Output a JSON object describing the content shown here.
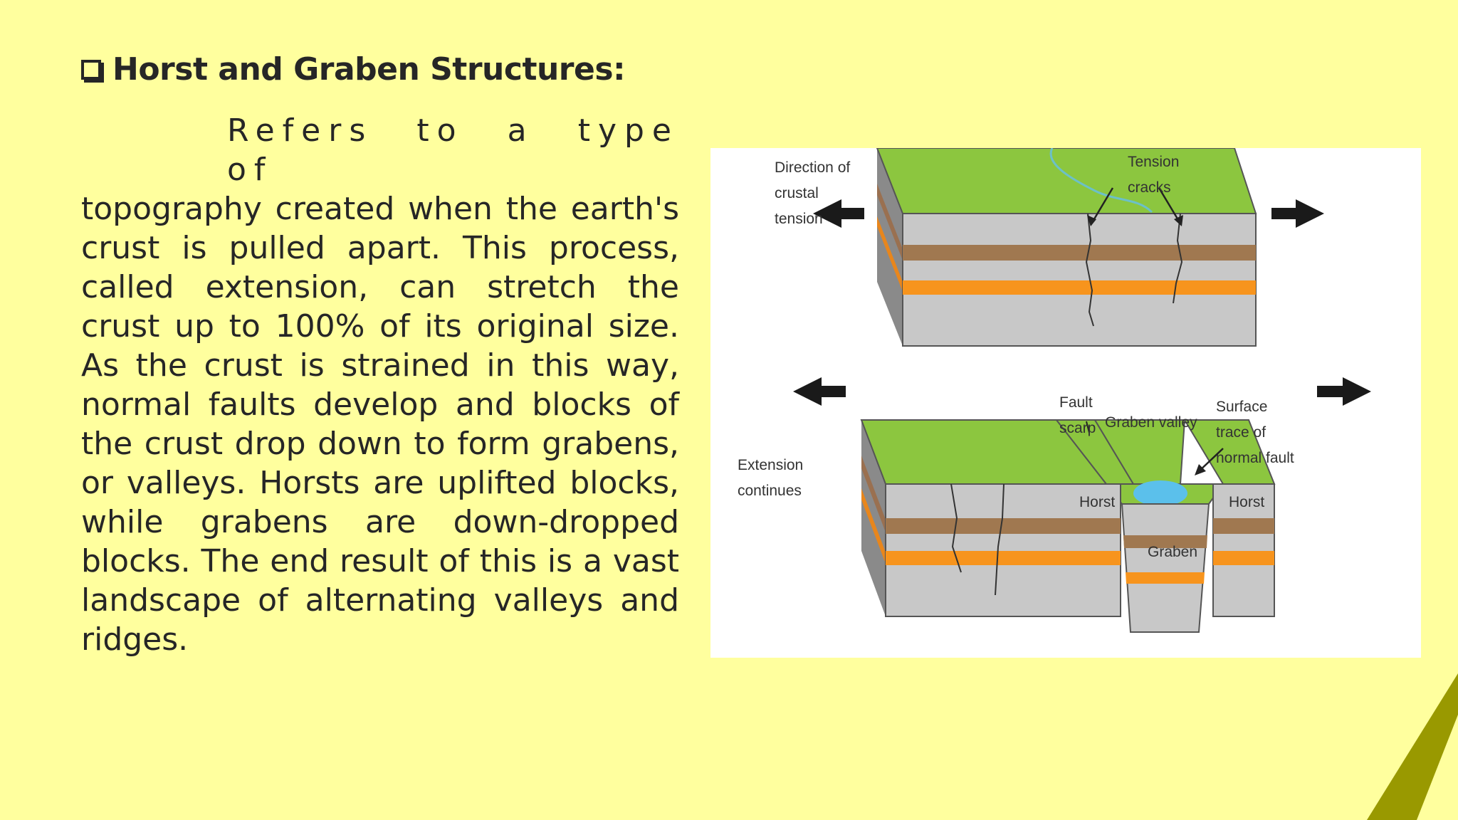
{
  "heading": "Horst and Graben Structures:",
  "body": {
    "lead": "Refers to a type of",
    "rest": " topography created when the earth's crust is pulled apart. This process, called extension, can stretch the crust up to 100% of its original size. As the crust is strained in this way, normal faults develop and blocks of the crust drop down to form grabens, or valleys. Horsts are uplifted blocks, while grabens are down-dropped blocks. The end result of this is a vast landscape of alternating valleys and ridges."
  },
  "diagram": {
    "top": {
      "direction_line1": "Direction of",
      "direction_line2": "crustal",
      "direction_line3": "tension",
      "tension_line1": "Tension",
      "tension_line2": "cracks"
    },
    "bottom": {
      "extension_line1": "Extension",
      "extension_line2": "continues",
      "fault_line1": "Fault",
      "fault_line2": "scarp",
      "graben_valley": "Graben valley",
      "surface_line1": "Surface",
      "surface_line2": "trace of",
      "surface_line3": "normal fault",
      "horst_left": "Horst",
      "horst_right": "Horst",
      "graben": "Graben"
    }
  },
  "colors": {
    "background": "#ffff9e",
    "ground": "#8cc63f",
    "rock": "#c8c8c8",
    "brown_layer": "#a07850",
    "orange_layer": "#f7941d",
    "water": "#5bc0eb",
    "corner": "#999900"
  }
}
